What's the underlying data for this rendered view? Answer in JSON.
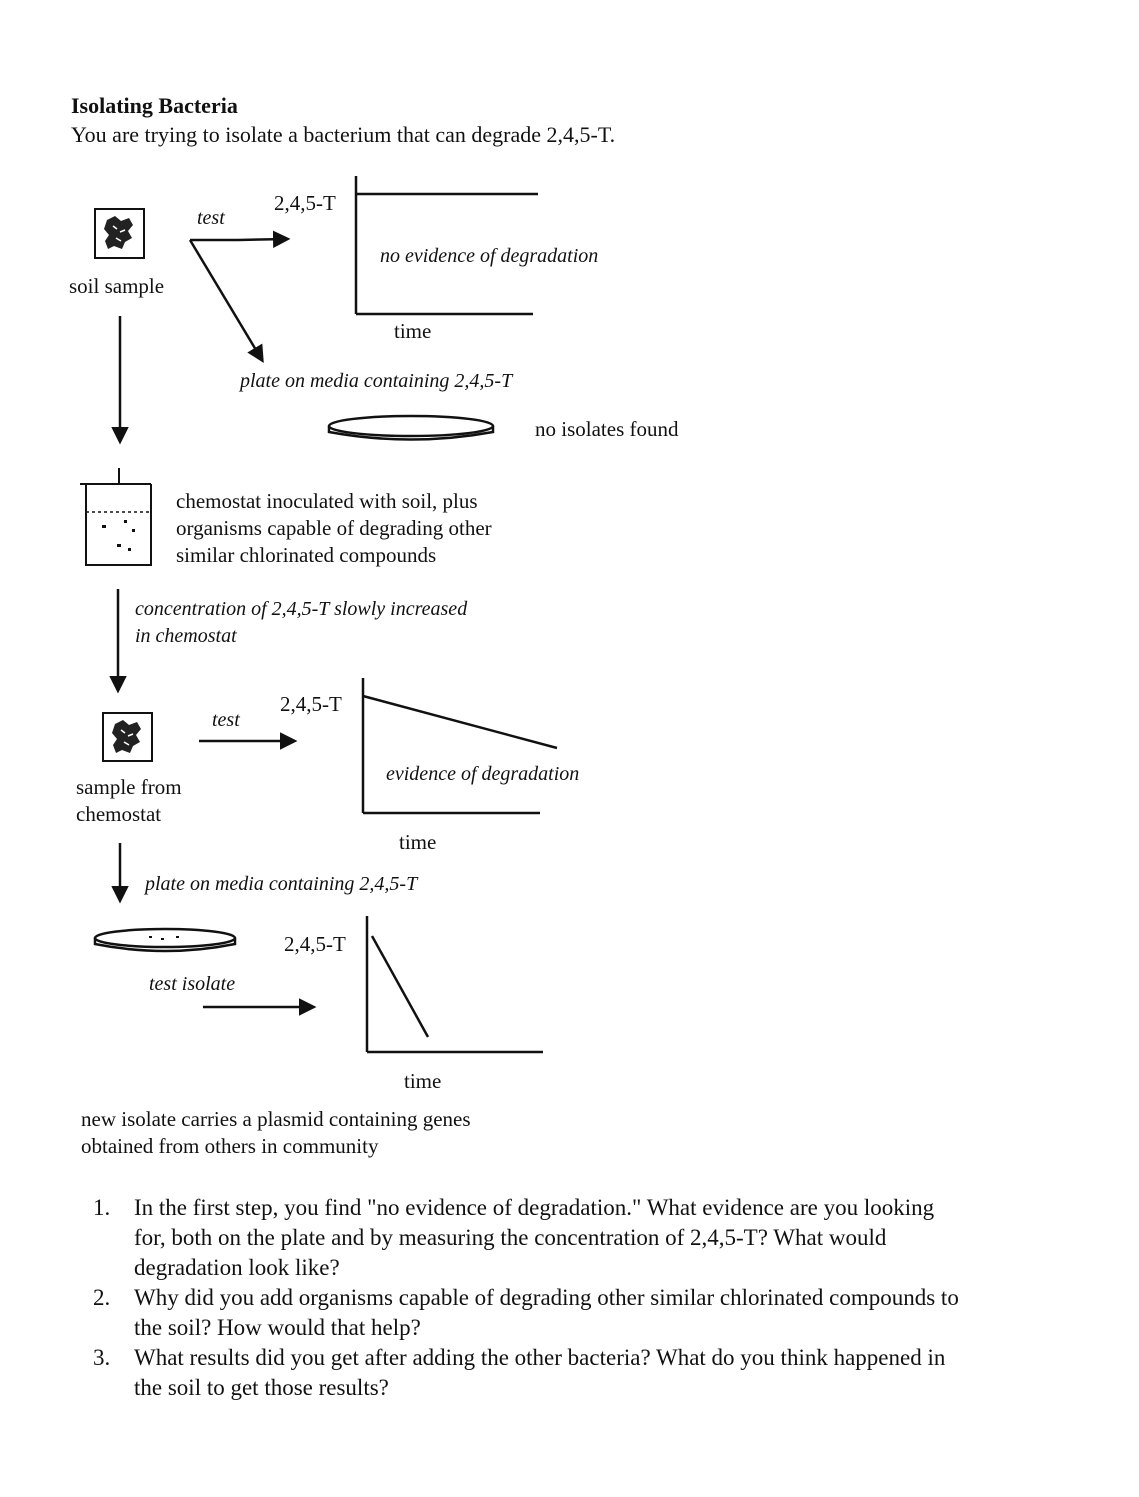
{
  "heading": "Isolating Bacteria",
  "intro": "You are trying to isolate a bacterium that can degrade 2,4,5-T.",
  "diagram": {
    "soil_sample": "soil sample",
    "test_1": "test",
    "compound_1": "2,4,5-T",
    "graph1_label": "no evidence of degradation",
    "time_1": "time",
    "plate_1": "plate on media containing 2,4,5-T",
    "no_isolates": "no isolates found",
    "chemostat_line1": "chemostat inoculated with soil, plus",
    "chemostat_line2": "organisms capable of degrading other",
    "chemostat_line3": "similar chlorinated compounds",
    "concentration_line1": "concentration of 2,4,5-T slowly increased",
    "concentration_line2": "in chemostat",
    "test_2": "test",
    "compound_2": "2,4,5-T",
    "graph2_label": "evidence of degradation",
    "sample_line1": "sample from",
    "sample_line2": "chemostat",
    "time_2": "time",
    "plate_2": "plate on media containing 2,4,5-T",
    "compound_3": "2,4,5-T",
    "test_isolate": "test isolate",
    "time_3": "time",
    "conclusion_line1": "new isolate carries a plasmid containing genes",
    "conclusion_line2": "obtained from others in community"
  },
  "questions": [
    {
      "number": "1.",
      "lines": [
        "In the first step, you find \"no evidence of degradation.\" What evidence are you looking",
        "for, both on the plate and by measuring the concentration of 2,4,5-T? What would",
        "degradation look like?"
      ]
    },
    {
      "number": "2.",
      "lines": [
        "Why did you add organisms capable of degrading other similar chlorinated compounds to",
        "the soil? How would that help?"
      ]
    },
    {
      "number": "3.",
      "lines": [
        "What results did you get after adding the other bacteria? What do you think happened in",
        "the soil to get those results?"
      ]
    }
  ]
}
